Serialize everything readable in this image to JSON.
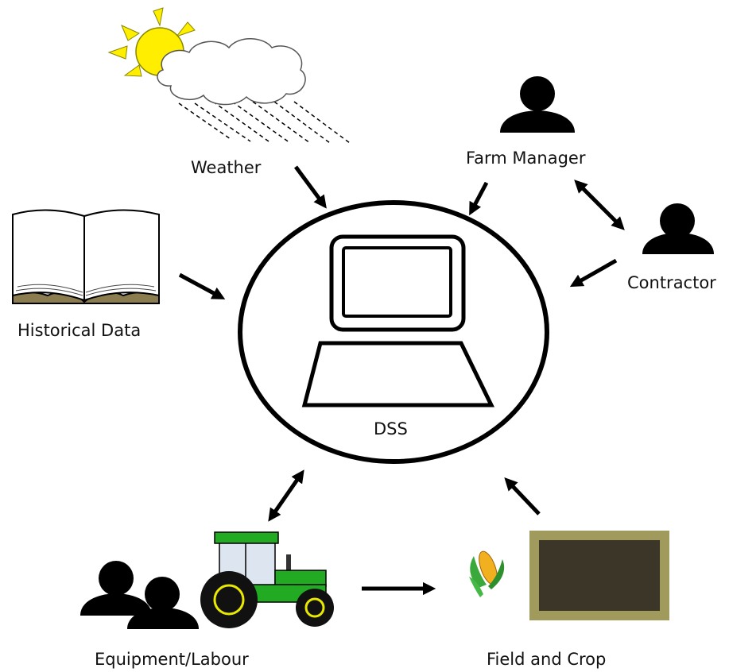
{
  "labels": {
    "weather": "Weather",
    "farm_manager": "Farm Manager",
    "contractor": "Contractor",
    "historical_data": "Historical Data",
    "dss": "DSS",
    "equipment_labour": "Equipment/Labour",
    "field_and_crop": "Field and Crop"
  },
  "colors": {
    "sun": "#ffee00",
    "sun_ray": "#ffee00",
    "book_base": "#8b7d50",
    "tractor_body": "#22aa22",
    "tractor_cab": "#dde6f0",
    "tractor_wheel_hub": "#e8e800",
    "field_border": "#a09a5c",
    "field_soil": "#3b3627",
    "ink": "#000000"
  },
  "icons": [
    "sun-icon",
    "cloud-icon",
    "rain-icon",
    "person-icon",
    "book-icon",
    "computer-icon",
    "tractor-icon",
    "corn-icon",
    "field-icon"
  ]
}
